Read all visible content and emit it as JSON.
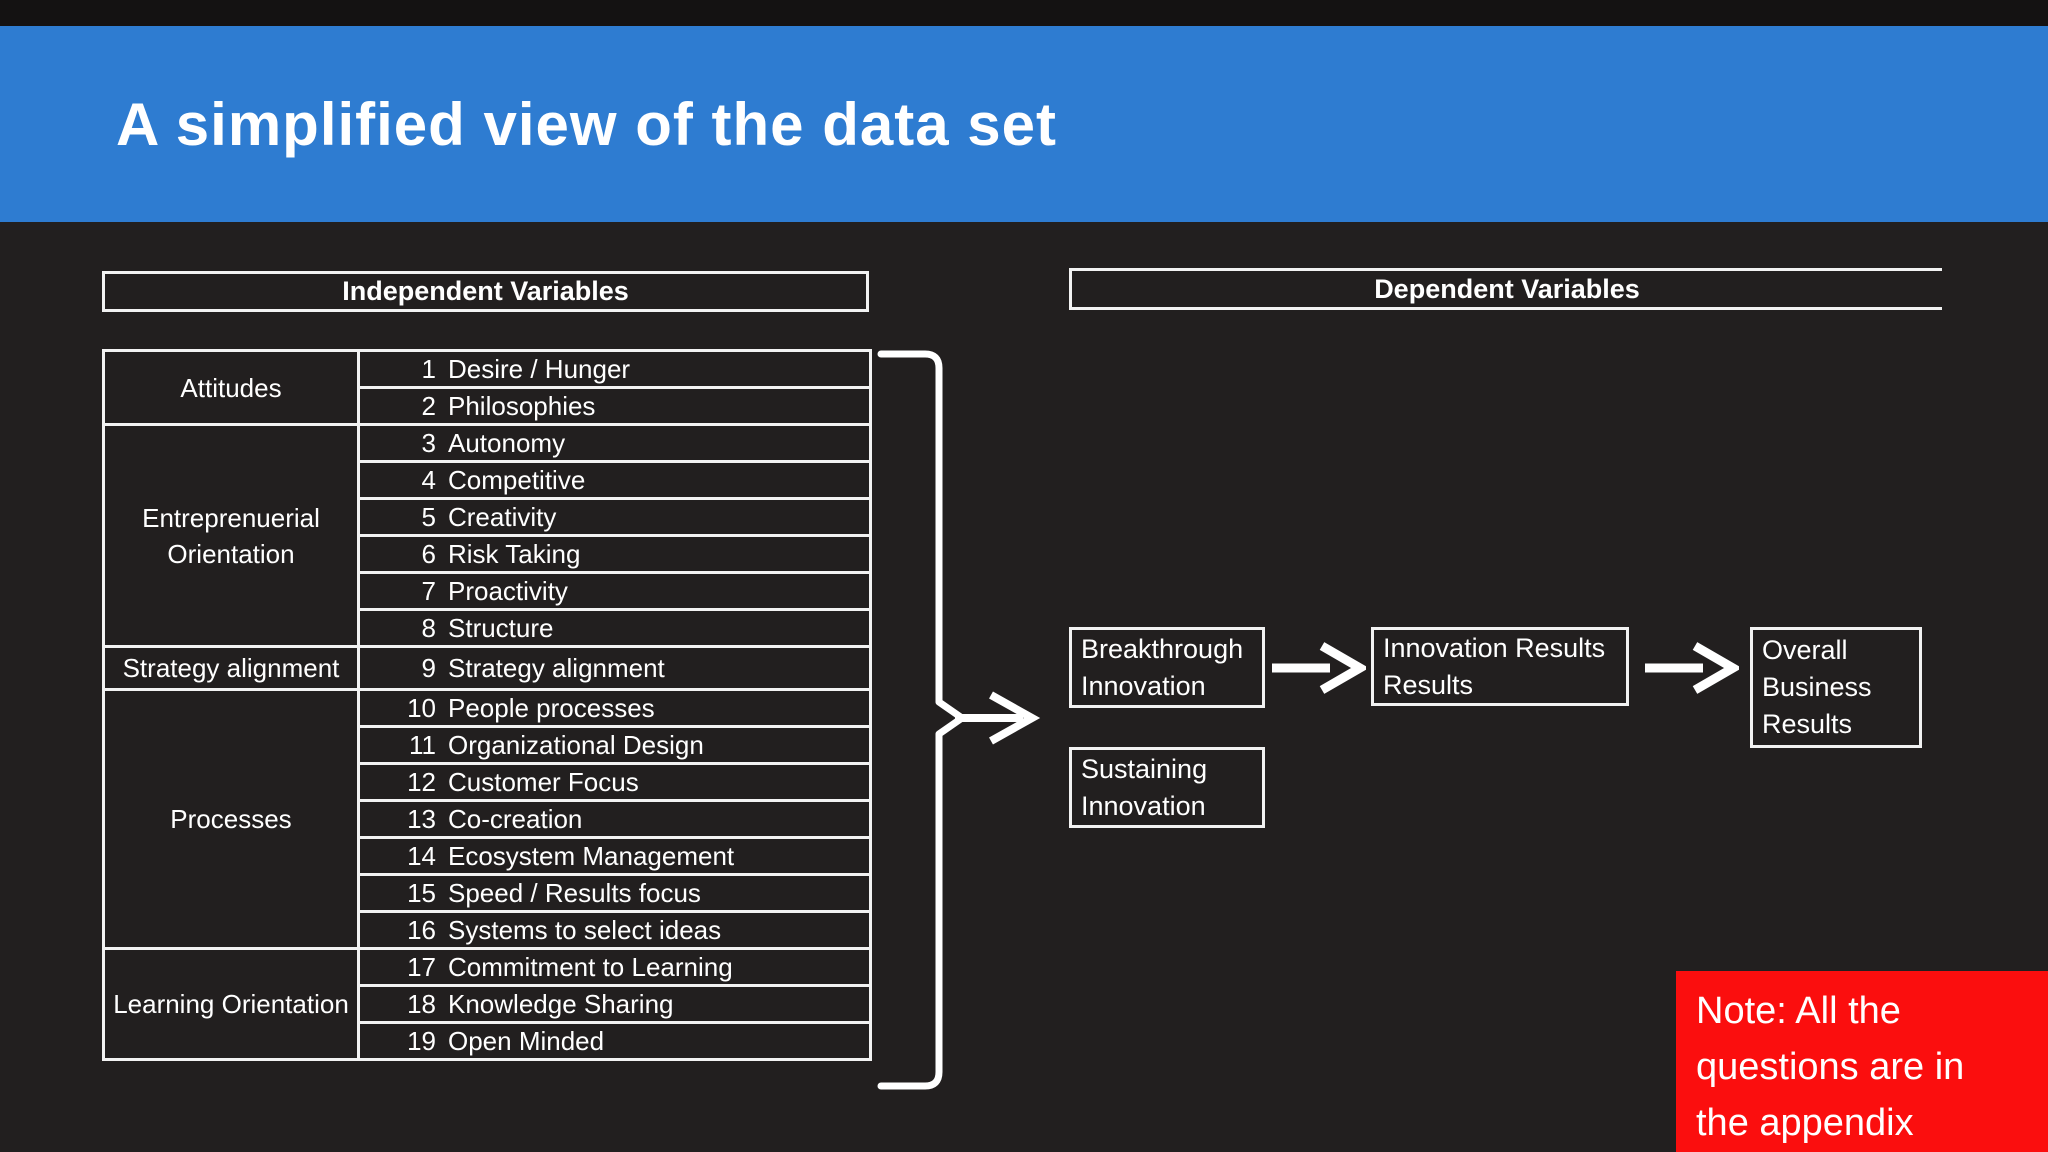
{
  "title": "A simplified view of the data set",
  "independent": {
    "header": "Independent Variables",
    "groups": [
      {
        "category": "Attitudes",
        "items": [
          {
            "num": "1",
            "label": "Desire / Hunger"
          },
          {
            "num": "2",
            "label": "Philosophies"
          }
        ]
      },
      {
        "category": "Entreprenuerial Orientation",
        "items": [
          {
            "num": "3",
            "label": "Autonomy"
          },
          {
            "num": "4",
            "label": "Competitive"
          },
          {
            "num": "5",
            "label": "Creativity"
          },
          {
            "num": "6",
            "label": "Risk Taking"
          },
          {
            "num": "7",
            "label": "Proactivity"
          },
          {
            "num": "8",
            "label": "Structure"
          }
        ]
      },
      {
        "category": "Strategy alignment",
        "items": [
          {
            "num": "9",
            "label": "Strategy alignment"
          }
        ]
      },
      {
        "category": "Processes",
        "items": [
          {
            "num": "10",
            "label": "People processes"
          },
          {
            "num": "11",
            "label": "Organizational Design"
          },
          {
            "num": "12",
            "label": "Customer Focus"
          },
          {
            "num": "13",
            "label": "Co-creation"
          },
          {
            "num": "14",
            "label": "Ecosystem Management"
          },
          {
            "num": "15",
            "label": "Speed / Results focus"
          },
          {
            "num": "16",
            "label": "Systems to select ideas"
          }
        ]
      },
      {
        "category": "Learning Orientation",
        "items": [
          {
            "num": "17",
            "label": "Commitment to Learning"
          },
          {
            "num": "18",
            "label": "Knowledge Sharing"
          },
          {
            "num": "19",
            "label": "Open Minded"
          }
        ]
      }
    ]
  },
  "dependent": {
    "header": "Dependent Variables",
    "flow_boxes": [
      {
        "id": "breakthrough",
        "lines": [
          "Breakthrough",
          "Innovation"
        ]
      },
      {
        "id": "innovation-results",
        "lines": [
          "Innovation Results",
          "Results"
        ]
      },
      {
        "id": "overall-business",
        "lines": [
          "Overall",
          "Business",
          "Results"
        ]
      },
      {
        "id": "sustaining",
        "lines": [
          "Sustaining",
          "Innovation"
        ]
      }
    ]
  },
  "note": {
    "text": "Note: All the questions are in the appendix"
  },
  "colors": {
    "banner_blue": "#2e7cd1",
    "note_red": "#fb0e0e",
    "background": "#221f1f",
    "top_strip": "#141212",
    "border_white": "#f2f2f2",
    "text_white": "#ffffff"
  }
}
